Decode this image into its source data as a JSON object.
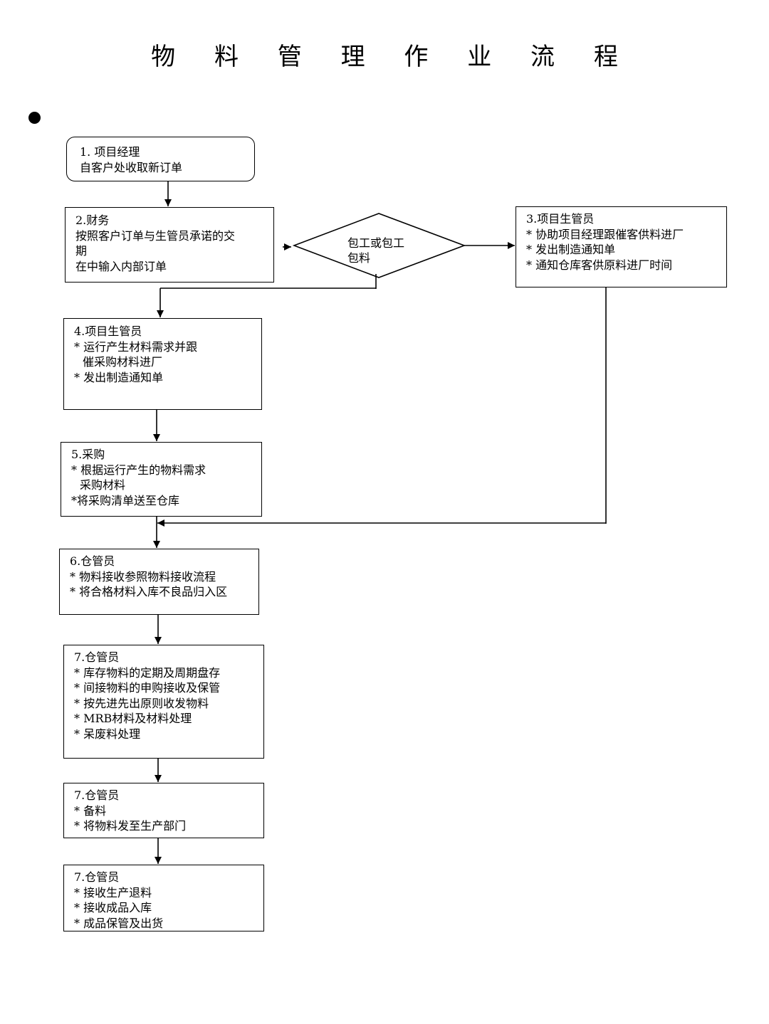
{
  "title": "物 料 管 理 作 业 流 程",
  "boxes": {
    "b1": {
      "lines": [
        "1. 项目经理",
        "自客户处收取新订单"
      ]
    },
    "b2": {
      "lines": [
        "2.财务",
        "按照客户订单与生管员承诺的交",
        "期",
        "在中输入内部订单"
      ]
    },
    "b3": {
      "lines": [
        "3.项目生管员",
        "* 协助项目经理跟催客供料进厂",
        "* 发出制造通知单",
        "* 通知仓库客供原料进厂时间"
      ]
    },
    "b4": {
      "lines": [
        "4.项目生管员",
        "* 运行产生材料需求并跟",
        "催采购材料进厂",
        "* 发出制造通知单"
      ]
    },
    "b5": {
      "lines": [
        "5.采购",
        "* 根据运行产生的物料需求",
        "采购材料",
        "*将采购清单送至仓库"
      ]
    },
    "b6": {
      "lines": [
        "6.仓管员",
        "* 物料接收参照物料接收流程",
        "* 将合格材料入库不良品归入区"
      ]
    },
    "b7": {
      "lines": [
        "7.仓管员",
        "* 库存物料的定期及周期盘存",
        "* 间接物料的申购接收及保管",
        "* 按先进先出原则收发物料",
        "* MRB材料及材料处理",
        "* 呆废料处理"
      ]
    },
    "b8": {
      "lines": [
        "7.仓管员",
        "* 备料",
        "* 将物料发至生产部门"
      ]
    },
    "b9": {
      "lines": [
        "7.仓管员",
        "* 接收生产退料",
        "* 接收成品入库",
        "* 成品保管及出货"
      ]
    }
  },
  "decision": {
    "lines": [
      "包工或包工",
      "包料"
    ]
  }
}
